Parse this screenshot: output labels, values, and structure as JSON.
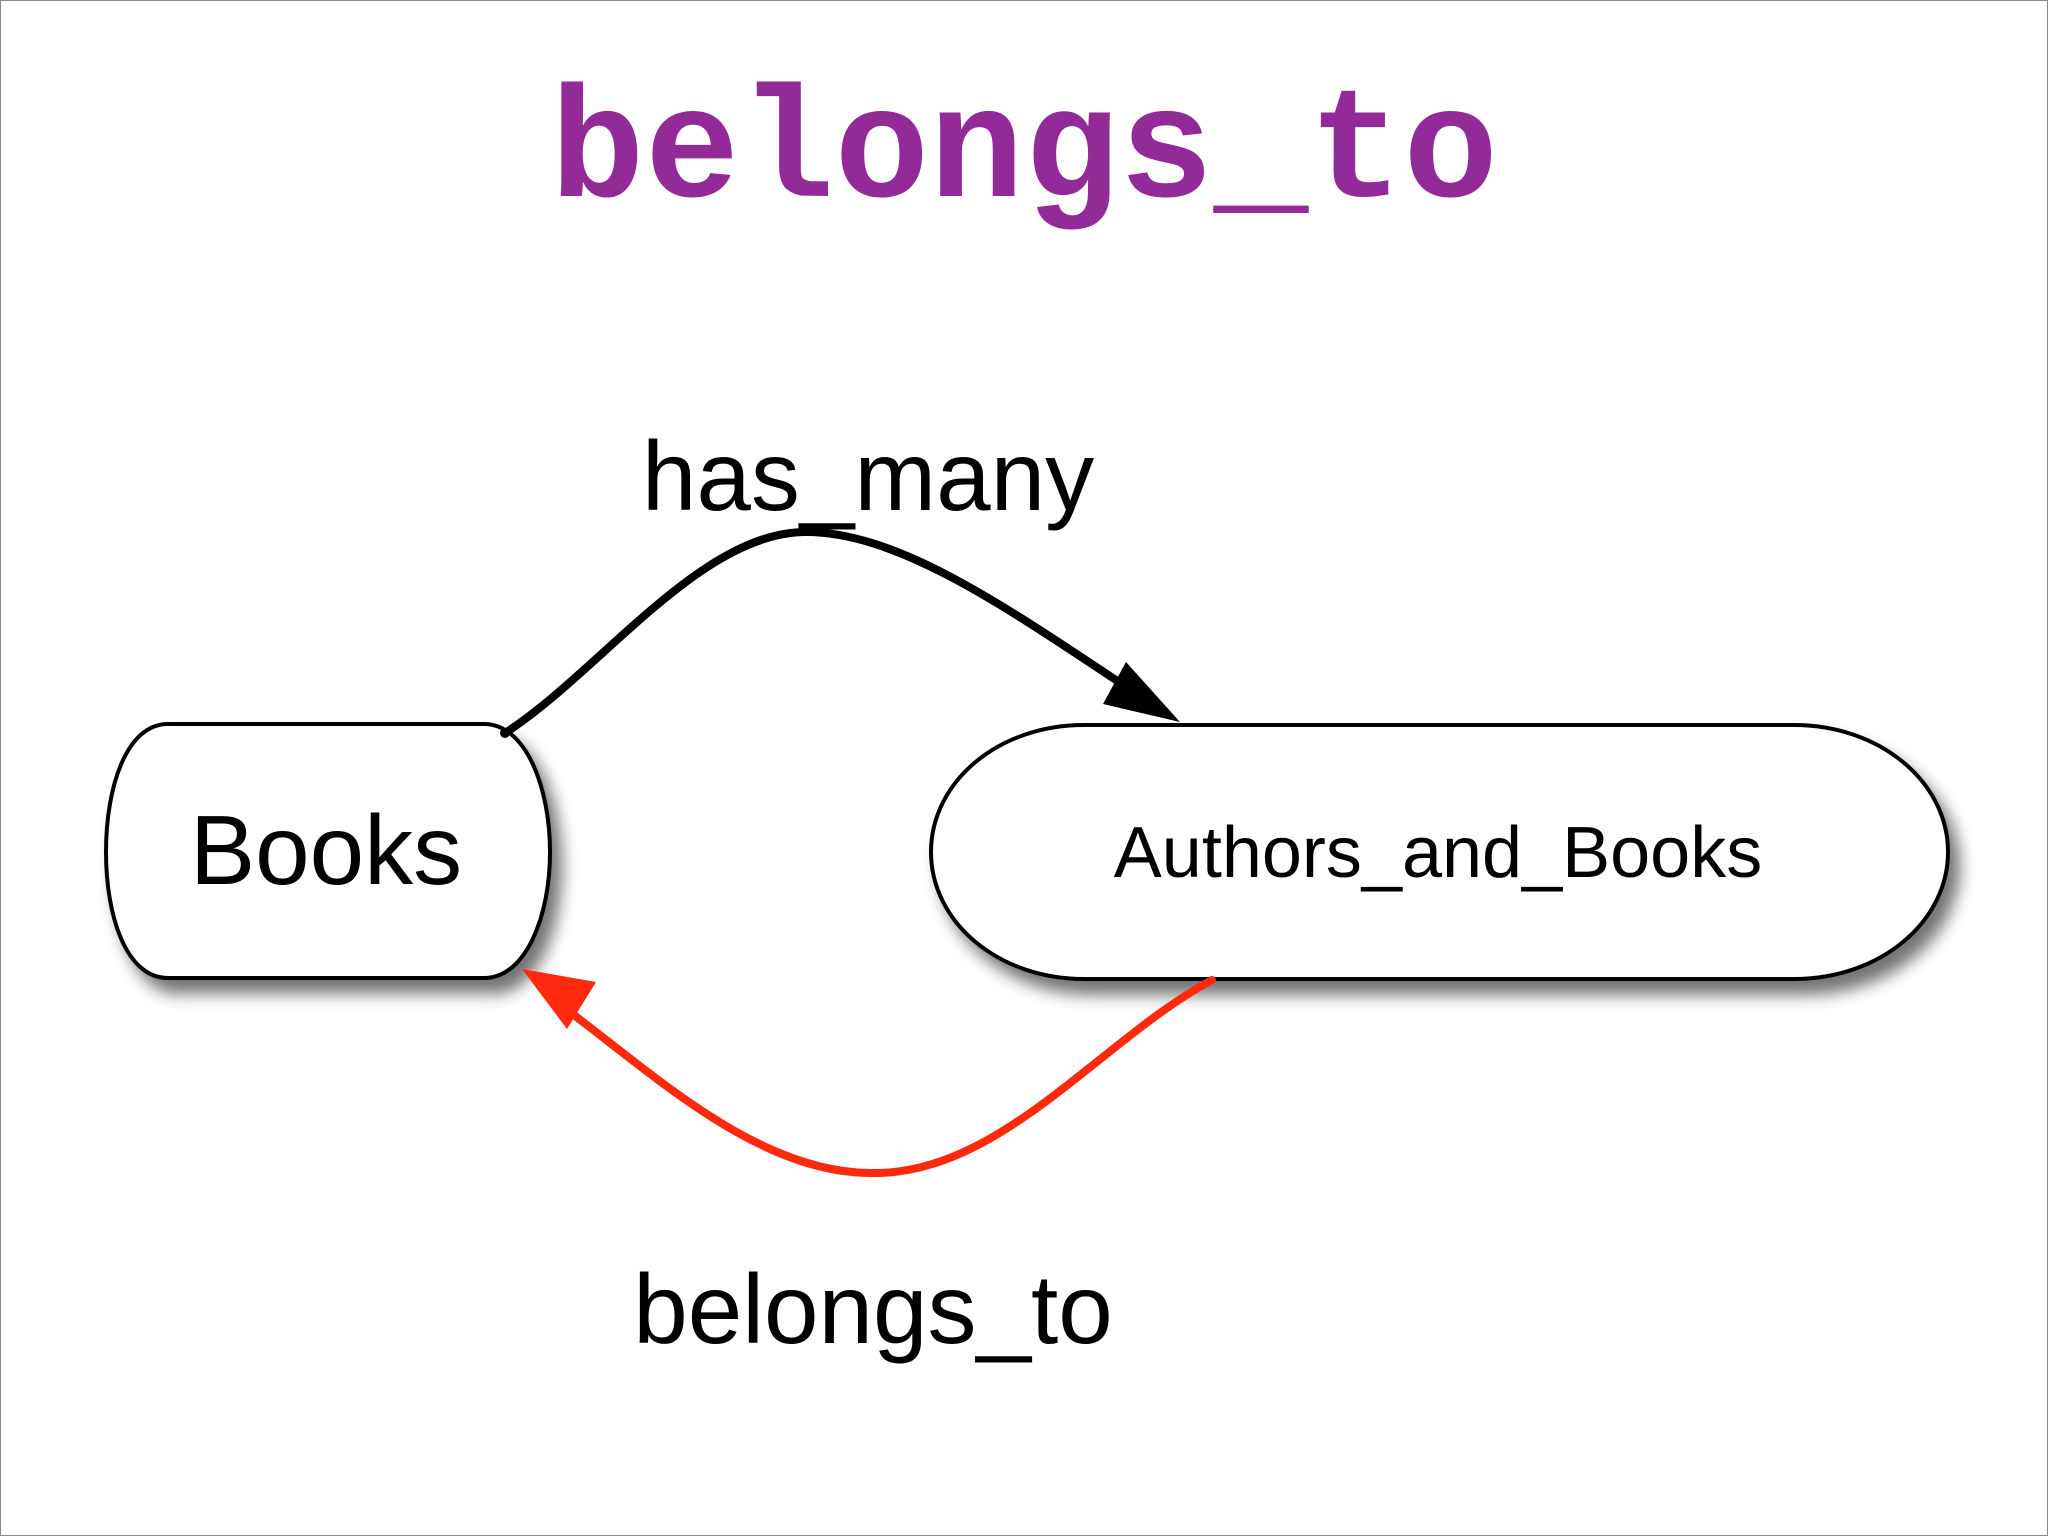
{
  "title": "belongs_to",
  "colors": {
    "title": "#922a98",
    "node_fill": "#ffffff",
    "node_stroke": "#000000",
    "has_many_edge": "#000000",
    "belongs_to_edge": "#ff2a0d"
  },
  "nodes": {
    "books": {
      "label": "Books"
    },
    "authors_and_books": {
      "label": "Authors_and_Books"
    }
  },
  "edges": {
    "has_many": {
      "label": "has_many",
      "from": "Books",
      "to": "Authors_and_Books"
    },
    "belongs_to": {
      "label": "belongs_to",
      "from": "Authors_and_Books",
      "to": "Books"
    }
  }
}
